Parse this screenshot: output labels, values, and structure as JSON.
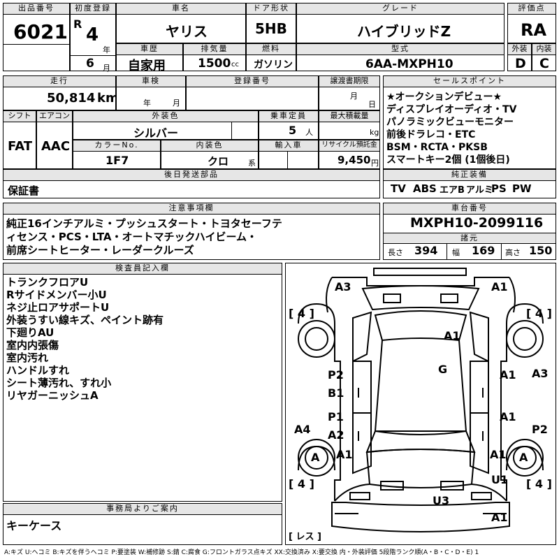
{
  "header": {
    "lot_number_label": "出品番号",
    "lot_number": "6021",
    "first_reg_label": "初度登録",
    "era_letter": "R",
    "year": "4",
    "year_unit": "年",
    "month": "6",
    "month_unit": "月",
    "car_name_label": "車名",
    "car_name": "ヤリス",
    "doors_label": "ドア形状",
    "doors": "5HB",
    "grade_label": "グレード",
    "grade": "ハイブリッドZ",
    "score_label": "評価点",
    "score": "RA",
    "history_label": "車歴",
    "history": "自家用",
    "displacement_label": "排気量",
    "displacement": "1500",
    "displacement_unit": "cc",
    "fuel_label": "燃料",
    "fuel": "ガソリン",
    "model_code_label": "型式",
    "model_code": "6AA-MXPH10",
    "exterior_label": "外装",
    "exterior_grade": "D",
    "interior_label": "内装",
    "interior_grade": "C"
  },
  "row2": {
    "mileage_label": "走行",
    "mileage": "50,814",
    "mileage_unit": "km",
    "inspection_label": "車検",
    "inspection_year_unit": "年",
    "inspection_month_unit": "月",
    "registration_label": "登録番号",
    "transfer_label": "譲渡書期限",
    "transfer_month_unit": "月",
    "transfer_day_unit": "日",
    "shift_label": "シフト",
    "shift": "FAT",
    "ac_label": "エアコン",
    "ac": "AAC",
    "color_label": "外装色",
    "color": "シルバー",
    "capacity_label": "乗車定員",
    "capacity": "5",
    "capacity_unit": "人",
    "max_load_label": "最大積載量",
    "max_load_unit": "kg",
    "color_no_label": "カラーNo.",
    "color_no": "1F7",
    "interior_color_label": "内装色",
    "interior_color": "クロ",
    "interior_color_suffix": "系",
    "import_label": "輸入車",
    "recycle_label": "リサイクル預託金",
    "recycle": "9,450",
    "recycle_unit": "円",
    "later_parts_label": "後日発送部品",
    "later_parts": "保証書"
  },
  "sales_points": {
    "label": "セールスポイント",
    "text": "★オークションデビュー★\nディスプレイオーディオ・TV\nパノラミックビューモニター\n前後ドラレコ・ETC\nBSM・RCTA・PKSB\nスマートキー2個 (1個後日)"
  },
  "equipment": {
    "label": "純正装備",
    "items": [
      "TV",
      "ABS",
      "エアB",
      "アルミ",
      "PS",
      "PW"
    ]
  },
  "notes": {
    "label": "注意事項欄",
    "text": "純正16インチアルミ・プッシュスタート・トヨタセーフテ\nィセンス・PCS・LTA・オートマチックハイビーム・\n前席シートヒーター・レーダークルーズ"
  },
  "chassis": {
    "label": "車台番号",
    "value": "MXPH10-2099116",
    "spec_label": "諸元",
    "length_label": "長さ",
    "length": "394",
    "width_label": "幅",
    "width": "169",
    "height_label": "高さ",
    "height": "150"
  },
  "inspector": {
    "label": "検査員記入欄",
    "text": "トランクフロアU\nRサイドメンバー小U\nネジ止ロアサポートU\n外装うすい線キズ、ペイント跡有\n下廻りAU\n室内内張傷\n室内汚れ\nハンドルすれ\nシート薄汚れ、すれ小\nリヤガーニッシュA"
  },
  "office": {
    "label": "事務局よりご案内",
    "text": "キーケース"
  },
  "diagram": {
    "marks": [
      {
        "id": "a3-rear-left",
        "text": "A3"
      },
      {
        "id": "a1-rear-right",
        "text": "A1"
      },
      {
        "id": "tire-depth-rl",
        "text": "[ 4 ]"
      },
      {
        "id": "tire-depth-rr",
        "text": "[ 4 ]"
      },
      {
        "id": "a1-trunk",
        "text": "A1"
      },
      {
        "id": "g-roof",
        "text": "G"
      },
      {
        "id": "p2-rear-door",
        "text": "P2"
      },
      {
        "id": "b1-rear-door",
        "text": "B1"
      },
      {
        "id": "a1-rear-door-right",
        "text": "A1"
      },
      {
        "id": "a3-quarter-right",
        "text": "A3"
      },
      {
        "id": "p1-front-door",
        "text": "P1"
      },
      {
        "id": "a2-front-door",
        "text": "A2"
      },
      {
        "id": "a1-front-door-right",
        "text": "A1"
      },
      {
        "id": "a4-fender-left",
        "text": "A4"
      },
      {
        "id": "p2-fender-right",
        "text": "P2"
      },
      {
        "id": "a-wheel-fl",
        "text": "A"
      },
      {
        "id": "a1-hood-left",
        "text": "A1"
      },
      {
        "id": "a1-hood-right",
        "text": "A1"
      },
      {
        "id": "a-wheel-fr",
        "text": "A"
      },
      {
        "id": "tire-depth-fl",
        "text": "[ 4 ]"
      },
      {
        "id": "u1-front",
        "text": "U1"
      },
      {
        "id": "tire-depth-fr",
        "text": "[ 4 ]"
      },
      {
        "id": "u3-bumper",
        "text": "U3"
      },
      {
        "id": "a1-bumper",
        "text": "A1"
      },
      {
        "id": "spare-label",
        "text": "[ レス ]"
      }
    ]
  },
  "legend": "A:キズ U:ヘコミ B:キズを伴うヘコミ P:要塗装 W:補修跡 S:錆 C:腐食 G:フロントガラス点キズ XX:交換済み X:要交換 内・外装評価 5段階ランク順(A・B・C・D・E) 1"
}
